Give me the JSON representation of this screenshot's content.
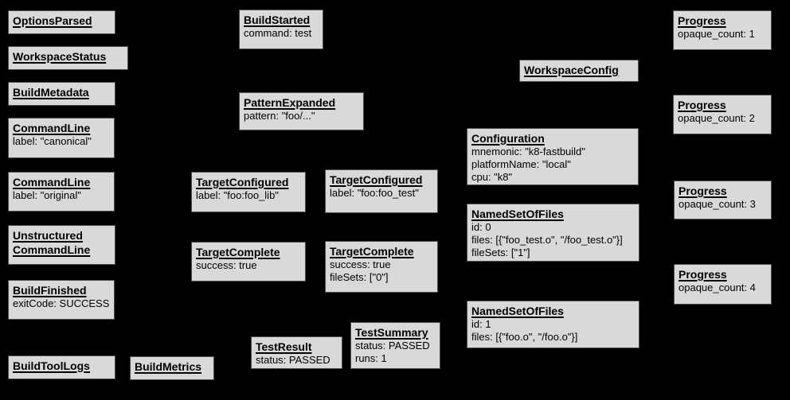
{
  "diagram": {
    "background": "#000000",
    "box_fill": "#d9d9d9",
    "box_border": "#4d4d4d",
    "text_color": "#000000",
    "boxes": [
      {
        "title": "OptionsParsed",
        "lines": []
      },
      {
        "title": "WorkspaceStatus",
        "lines": []
      },
      {
        "title": "BuildMetadata",
        "lines": []
      },
      {
        "title": "CommandLine",
        "lines": [
          "label: \"canonical\""
        ]
      },
      {
        "title": "CommandLine",
        "lines": [
          "label: \"original\""
        ]
      },
      {
        "title": "Unstructured CommandLine",
        "lines": []
      },
      {
        "title": "BuildFinished",
        "lines": [
          "exitCode: SUCCESS"
        ]
      },
      {
        "title": "BuildToolLogs",
        "lines": []
      },
      {
        "title": "BuildMetrics",
        "lines": []
      },
      {
        "title": "BuildStarted",
        "lines": [
          "command: test"
        ]
      },
      {
        "title": "PatternExpanded",
        "lines": [
          "pattern: \"foo/...\""
        ]
      },
      {
        "title": "TargetConfigured",
        "lines": [
          "label: \"foo:foo_lib\""
        ]
      },
      {
        "title": "TargetConfigured",
        "lines": [
          "label: \"foo:foo_test\""
        ]
      },
      {
        "title": "TargetComplete",
        "lines": [
          "success: true"
        ]
      },
      {
        "title": "TargetComplete",
        "lines": [
          "success: true",
          "fileSets: [\"0\"]"
        ]
      },
      {
        "title": "TestResult",
        "lines": [
          "status: PASSED"
        ]
      },
      {
        "title": "TestSummary",
        "lines": [
          "status: PASSED",
          "runs: 1"
        ]
      },
      {
        "title": "WorkspaceConfig",
        "lines": []
      },
      {
        "title": "Configuration",
        "lines": [
          "mnemonic: \"k8-fastbuild\"",
          "platformName: \"local\"",
          "cpu: \"k8\""
        ]
      },
      {
        "title": "NamedSetOfFiles",
        "lines": [
          "id: 0",
          "files: [{\"foo_test.o\", \"/foo_test.o\"}]",
          "fileSets: [\"1\"]"
        ]
      },
      {
        "title": "NamedSetOfFiles",
        "lines": [
          "id: 1",
          "files: [{\"foo.o\", \"/foo.o\"}]"
        ]
      },
      {
        "title": "Progress",
        "lines": [
          "opaque_count: 1"
        ]
      },
      {
        "title": "Progress",
        "lines": [
          "opaque_count: 2"
        ]
      },
      {
        "title": "Progress",
        "lines": [
          "opaque_count: 3"
        ]
      },
      {
        "title": "Progress",
        "lines": [
          "opaque_count: 4"
        ]
      }
    ]
  }
}
